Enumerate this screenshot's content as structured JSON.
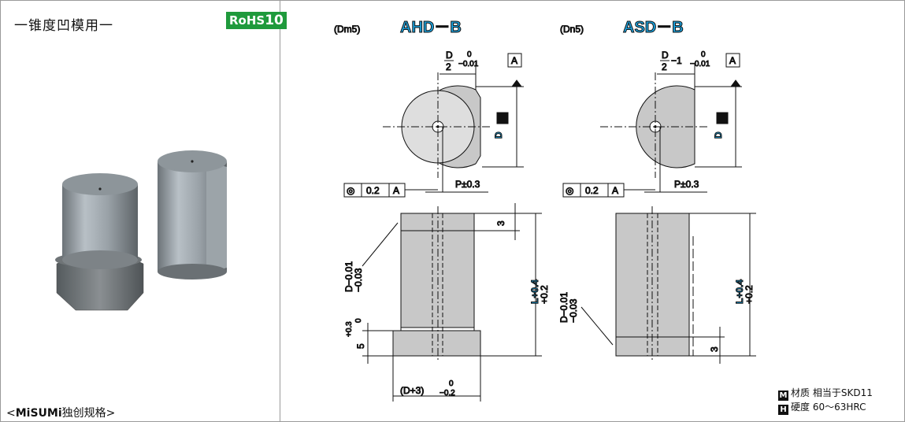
{
  "left_panel": {
    "title": "一锥度凹模用一",
    "rohs_label": "RoHS",
    "rohs_number": "10",
    "origin_open": "<",
    "brand": "MiSUMi",
    "origin_text": "独创规格",
    "origin_close": ">"
  },
  "diagram_a": {
    "tolerance_code": "(Dm5)",
    "name": "AHD－B",
    "dim_half_d": "D",
    "dim_half_den": "2",
    "dim_half_tol_upper": "0",
    "dim_half_tol_lower": "−0.01",
    "datum": "A",
    "side_label": "D",
    "concentricity_symbol": "◎",
    "concentricity_value": "0.2",
    "concentricity_datum": "A",
    "pos_tol": "P±0.3",
    "top_step": "3",
    "dia_tol": "D−0.01",
    "dia_tol2": "−0.03",
    "length_label": "L+0.4",
    "length_tol2": "+0.2",
    "flange_height": "5",
    "flange_tol": "+0.3",
    "flange_tol2": "0",
    "flange_dia": "(D+3)",
    "flange_dia_upper": "0",
    "flange_dia_lower": "−0.2"
  },
  "diagram_b": {
    "tolerance_code": "(Dn5)",
    "name": "ASD－B",
    "dim_half_d": "D",
    "dim_half_den": "2",
    "dim_half_mid": "−1",
    "dim_half_tol_upper": "0",
    "dim_half_tol_lower": "−0.01",
    "datum": "A",
    "side_label": "D",
    "concentricity_symbol": "◎",
    "concentricity_value": "0.2",
    "concentricity_datum": "A",
    "pos_tol": "P±0.3",
    "dia_tol": "D−0.01",
    "dia_tol2": "−0.03",
    "length_label": "L+0.4",
    "length_tol2": "+0.2",
    "bottom_step": "3"
  },
  "legend": {
    "material_badge": "M",
    "material_label": "材质",
    "material_value": "相当于SKD11",
    "hardness_badge": "H",
    "hardness_label": "硬度",
    "hardness_value": "60～63HRC"
  },
  "colors": {
    "accent_blue": "#1aa3e0",
    "rohs_green": "#1f9a3c"
  }
}
